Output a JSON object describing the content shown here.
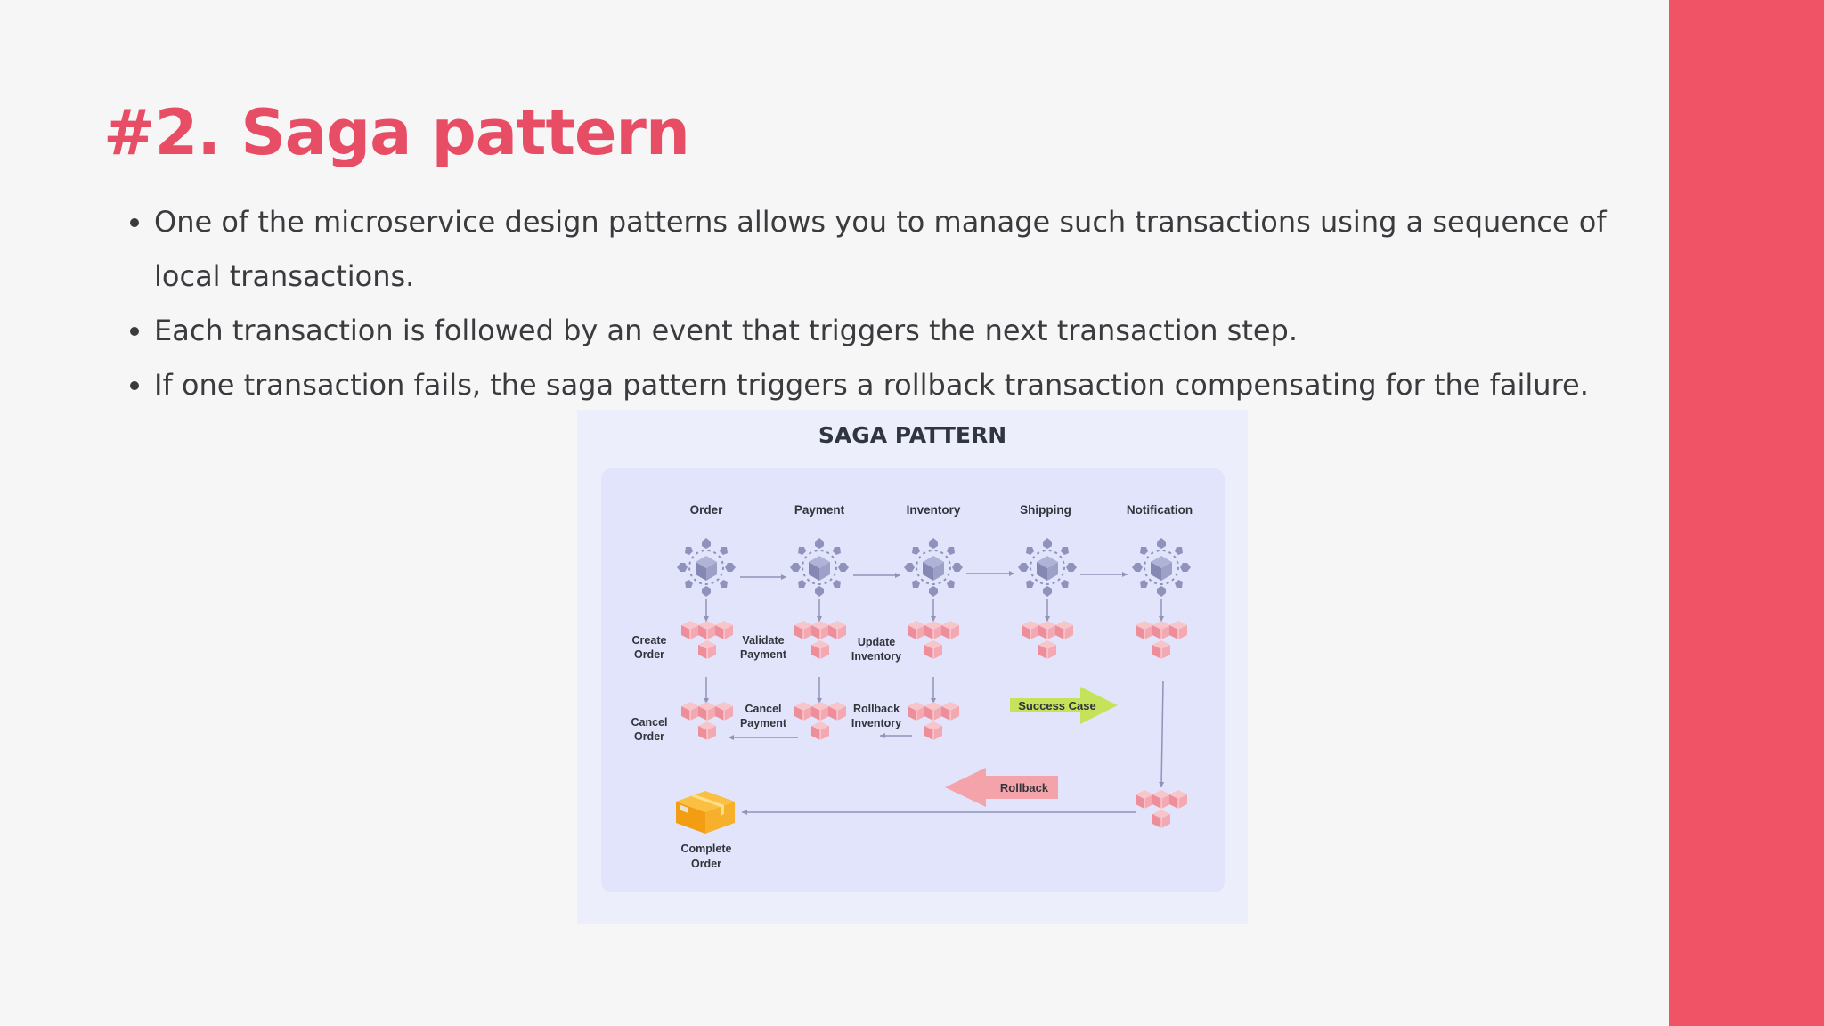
{
  "slide": {
    "title": "#2. Saga pattern",
    "bullets": [
      "One of the microservice design patterns allows you to manage such transactions using a sequence of local transactions.",
      "Each transaction is followed by an event that triggers the next transaction step.",
      "If one transaction fails, the saga pattern triggers a rollback transaction compensating for the failure."
    ],
    "accent_color": "#f05366",
    "title_color": "#e84d66"
  },
  "diagram": {
    "title": "SAGA PATTERN",
    "services": [
      "Order",
      "Payment",
      "Inventory",
      "Shipping",
      "Notification"
    ],
    "steps": {
      "create_order": [
        "Create",
        "Order"
      ],
      "validate_payment": [
        "Validate",
        "Payment"
      ],
      "update_inventory": [
        "Update",
        "Inventory"
      ],
      "cancel_order": [
        "Cancel",
        "Order"
      ],
      "cancel_payment": [
        "Cancel",
        "Payment"
      ],
      "rollback_inventory": [
        "Rollback",
        "Inventory"
      ],
      "complete_order": [
        "Complete",
        "Order"
      ]
    },
    "success_label": "Success Case",
    "rollback_label": "Rollback",
    "colors": {
      "service_icon": "#8f93bb",
      "transaction_box": "#ef9aa4",
      "success_arrow": "#c4e35a",
      "rollback_arrow": "#f5a3aa",
      "complete_box": "#f5a623",
      "connector": "#8f94b8"
    },
    "icons": {
      "service": "microservice-hub-icon",
      "transaction": "transaction-cubes-icon",
      "complete": "package-box-icon"
    }
  }
}
